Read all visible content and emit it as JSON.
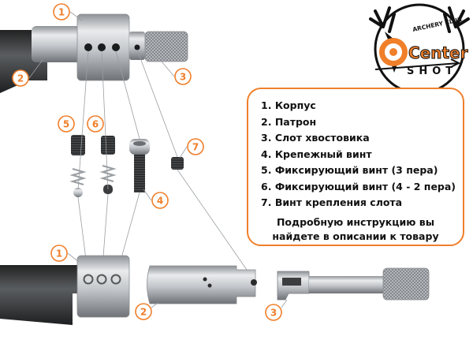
{
  "legend": {
    "items": [
      {
        "num": "1.",
        "text": "Корпус"
      },
      {
        "num": "2.",
        "text": "Патрон"
      },
      {
        "num": "3.",
        "text": "Слот хвостовика"
      },
      {
        "num": "4.",
        "text": "Крепежный винт"
      },
      {
        "num": "5.",
        "text": "Фиксирующий винт (3 пера)"
      },
      {
        "num": "6.",
        "text": "Фиксирующий винт (4 - 2 пера)"
      },
      {
        "num": "7.",
        "text": "Винт крепления слота"
      }
    ],
    "note_line1": "Подробную инструкцию вы",
    "note_line2": "найдете в описании к товару"
  },
  "callouts": [
    "1",
    "2",
    "3",
    "4",
    "5",
    "6",
    "7",
    "1",
    "2",
    "3"
  ],
  "logo": {
    "arc_text": "ARCHERY CLUB",
    "word_top": "Center",
    "word_bottom": "SHOT",
    "accent_color": "#f07f2a"
  },
  "colors": {
    "accent": "#f07f2a",
    "metal": "#c9ccd0",
    "dark_metal": "#3a3d40"
  }
}
